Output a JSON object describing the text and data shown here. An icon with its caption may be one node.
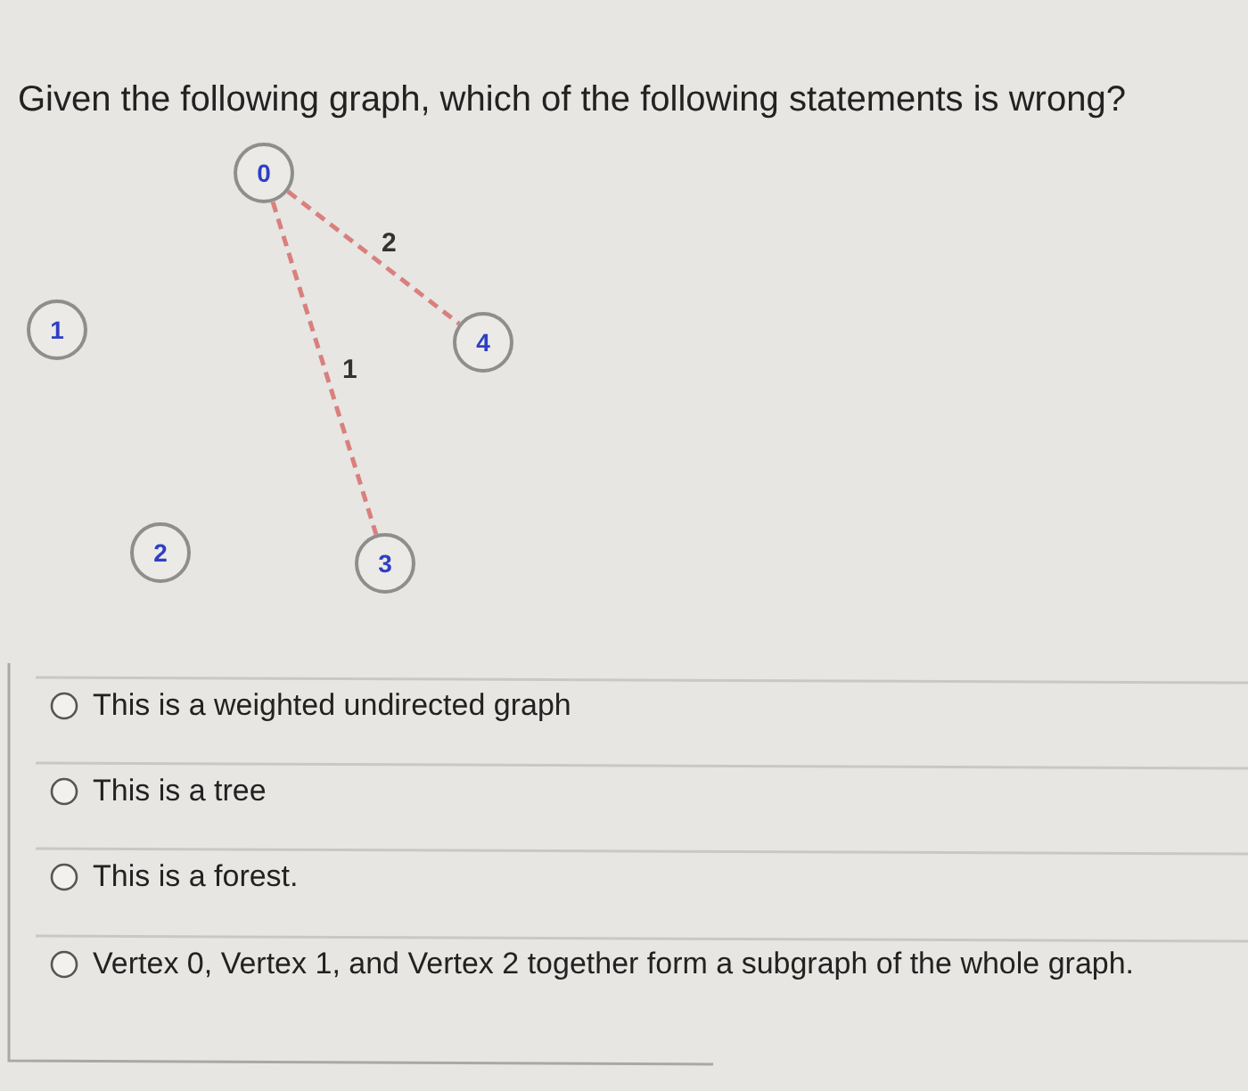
{
  "diagram": {
    "title": "Given the following graph, which of the following statements is wrong?",
    "nodes": [
      {
        "text": [
          "0"
        ]
      },
      {
        "text": [
          "1"
        ]
      },
      {
        "text": [
          "2"
        ]
      },
      {
        "text": [
          "3"
        ]
      },
      {
        "text": [
          "4"
        ]
      }
    ],
    "edges": [
      {
        "from": 0,
        "to": 4,
        "arrow": "none",
        "label": "2",
        "style": "dashed"
      },
      {
        "from": 0,
        "to": 3,
        "arrow": "none",
        "label": "1",
        "style": "dashed"
      }
    ],
    "labels": [
      "This is a weighted undirected graph",
      "This is a tree",
      "This is a forest.",
      "Vertex 0, Vertex 1, and Vertex 2 together form a subgraph of the whole graph."
    ]
  }
}
